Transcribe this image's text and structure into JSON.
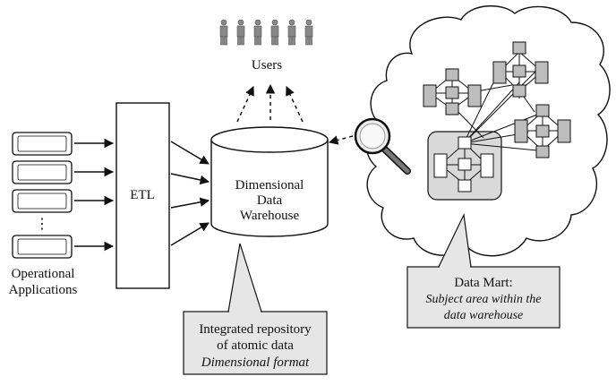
{
  "users": {
    "label": "Users",
    "count": 6
  },
  "sources": {
    "label_line1": "Operational",
    "label_line2": "Applications",
    "count": 4,
    "ellipsis": "⋮"
  },
  "etl": {
    "label": "ETL"
  },
  "warehouse": {
    "line1": "Dimensional",
    "line2": "Data",
    "line3": "Warehouse"
  },
  "callout_repository": {
    "line1": "Integrated repository",
    "line2": "of atomic data",
    "line3": "Dimensional format"
  },
  "callout_mart": {
    "line1": "Data Mart:",
    "line2": "Subject area within the",
    "line3": "data warehouse"
  },
  "icons": [
    "person-icon",
    "magnifier-icon",
    "cloud-shape",
    "arrow"
  ],
  "colors": {
    "line": "#111111",
    "fill_gray": "#bdbdbd",
    "callout_fill": "#e6e6e6",
    "mart_fill": "#d9d9d9"
  }
}
